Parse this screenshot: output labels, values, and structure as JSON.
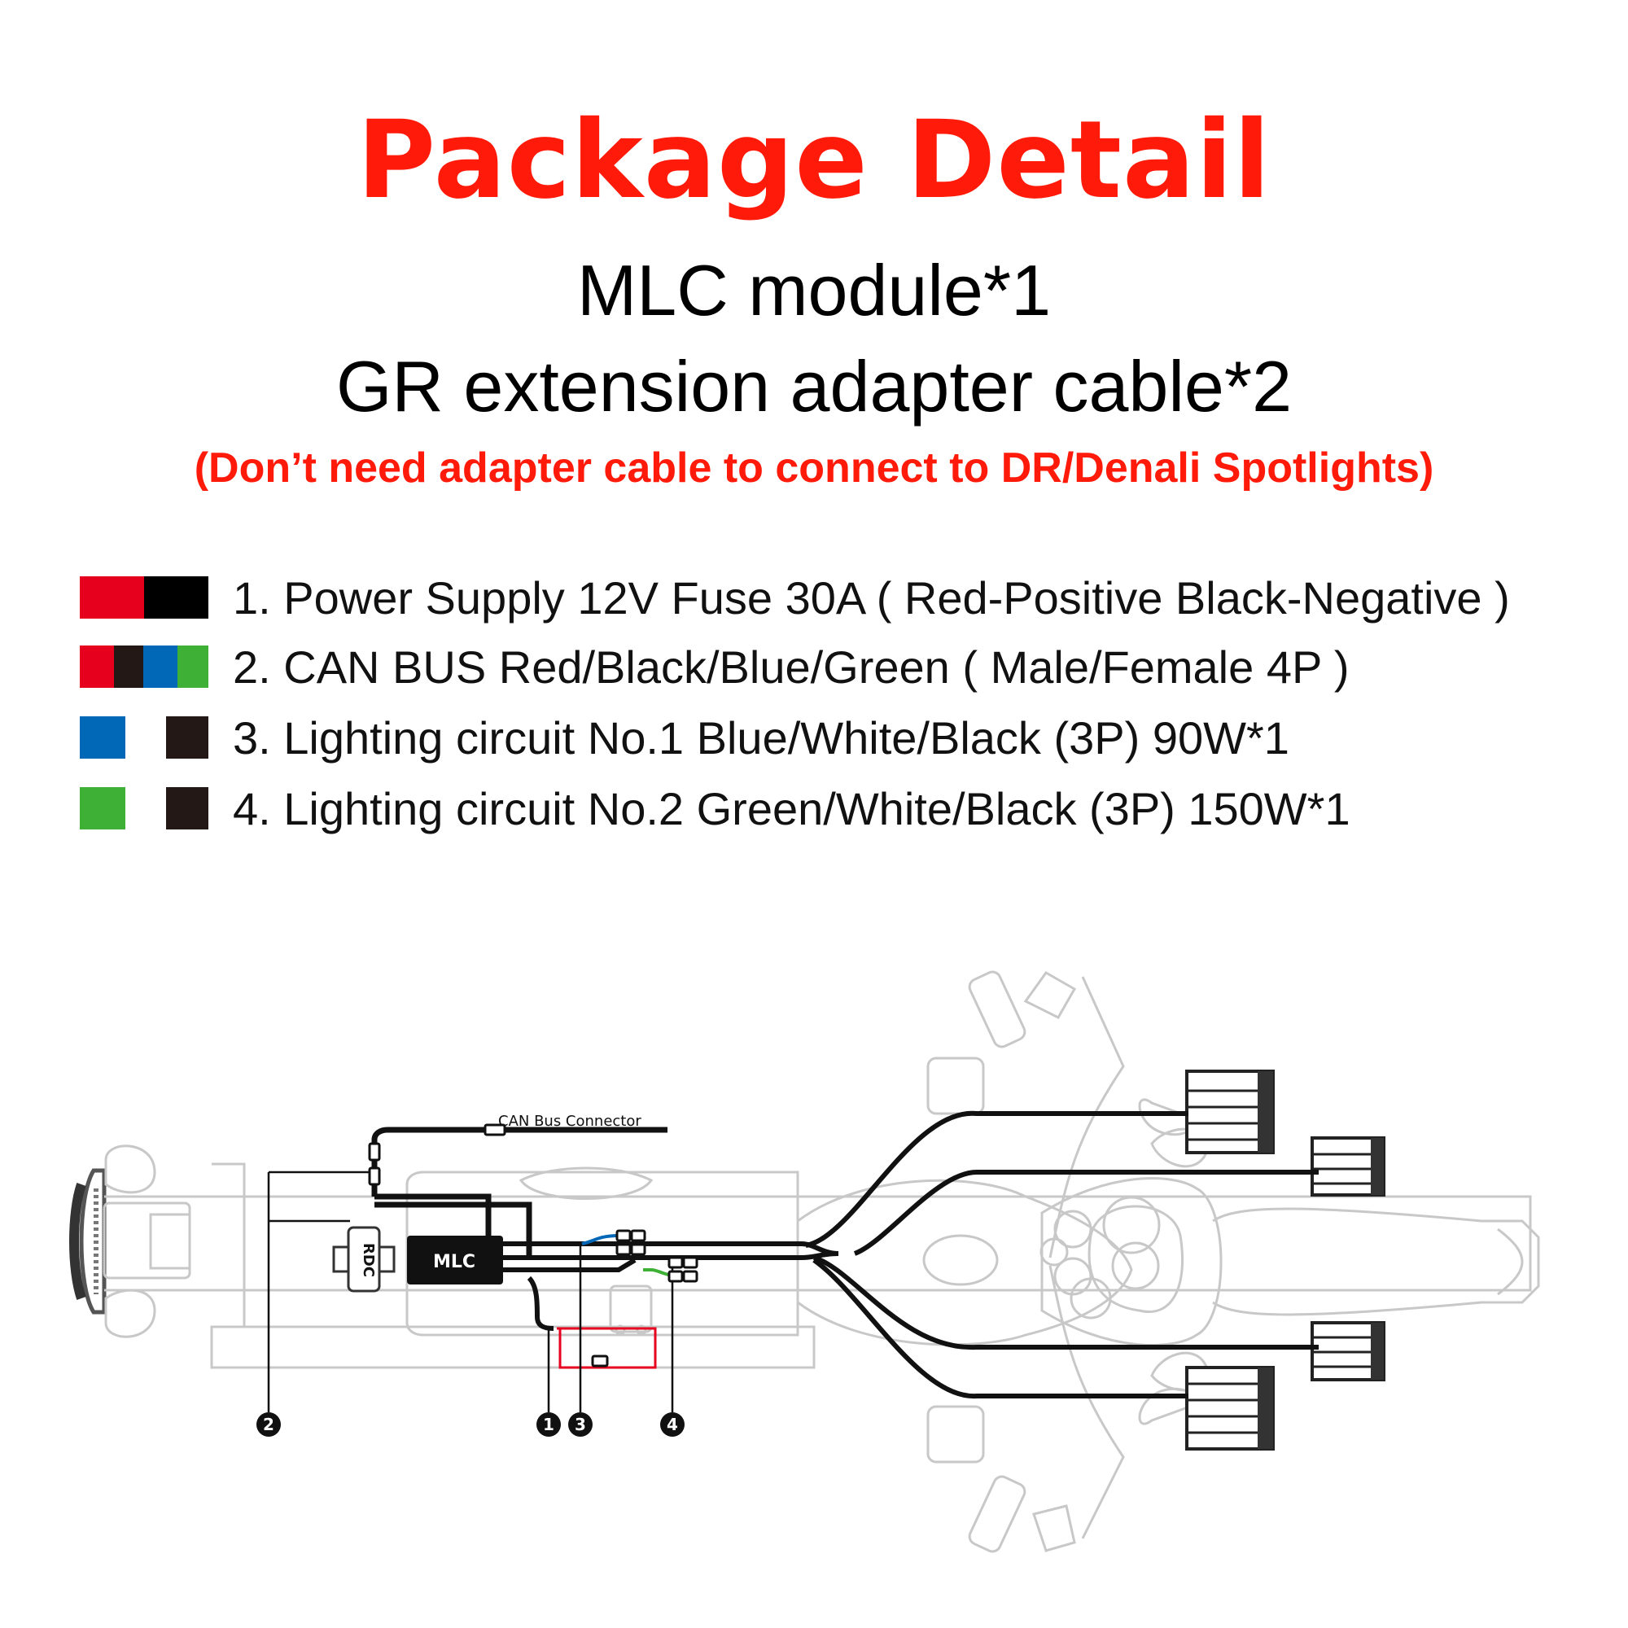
{
  "title": "Package Detail",
  "items": {
    "line1": "MLC module*1",
    "line2": "GR extension adapter cable*2"
  },
  "note": "(Don’t need adapter cable to connect to DR/Denali Spotlights)",
  "legend": [
    {
      "text": "1. Power Supply 12V Fuse 30A ( Red-Positive Black-Negative )",
      "colors": [
        "#e6001e",
        "#000000"
      ]
    },
    {
      "text": "2. CAN BUS Red/Black/Blue/Green ( Male/Female 4P )",
      "colors": [
        "#e6001e",
        "#231815",
        "#0068b7",
        "#3db035"
      ]
    },
    {
      "text": "3. Lighting circuit No.1  Blue/White/Black (3P) 90W*1",
      "colors": [
        "#0068b7",
        "#ffffff",
        "#231815"
      ]
    },
    {
      "text": "4. Lighting circuit No.2  Green/White/Black (3P) 150W*1",
      "colors": [
        "#3db035",
        "#ffffff",
        "#231815"
      ]
    }
  ],
  "diagram": {
    "can_bus_label": "CAN Bus Connector",
    "mlc_label": "MLC",
    "rdc_label": "RDC",
    "callouts": [
      "1",
      "2",
      "3",
      "4"
    ]
  },
  "colors": {
    "accent": "#ff1a0a",
    "outline": "#c8c8c8",
    "wire": "#111111"
  }
}
